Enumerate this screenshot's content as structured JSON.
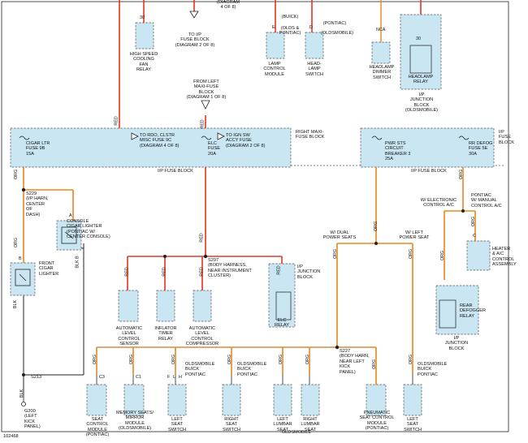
{
  "colors": {
    "red": "#e8321e",
    "orange": "#e8871e",
    "box_fill": "#c9e6f2",
    "wire": "#222222"
  },
  "figure_id": "102468",
  "top_texts": {
    "diagram4": "(DIAGRAM\n4 OF 8)",
    "to_ip_fuse": "TO I/P\nFUSE BLOCK\n(DIAGRAM 2 OF 8)",
    "buick": "(BUICK)",
    "olds_pontiac": "(OLDS &\nPONTIAC)",
    "pontiac": "(PONTIAC)",
    "oldsmobile": "(OLDSMOBILE)"
  },
  "components": {
    "cooling_fan_relay": "HIGH SPEED\nCOOLING\nFAN\nRELAY",
    "lamp_control": "LAMP\nCONTROL\nMODULE",
    "headlamp_switch": "HEAD-\nLAMP\nSWITCH",
    "headlamp_dimmer": "HEADLAMP\nDIMMER\nSWITCH",
    "headlamp_relay": "HEADLAMP\nRELAY",
    "ip_junction_olds": "I/P\nJUNCTION\nBLOCK\n(OLDSMOBILE)",
    "from_left_maxi": "FROM LEFT\nMAXI-FUSE\nBLOCK\n(DIAGRAM 1 OF 8)",
    "cigar_fuse": "CIGAR LTR\nFUSE 9B\n15A",
    "to_rdo": "TO RDO, CLSTR\nMISC FUSE 9C\n(DIAGRAM 4 OF 8)",
    "elc_fuse": "ELC\nFUSE\n20A",
    "to_ign": "TO IGN SW\nACCY FUSE\n(DIAGRAM 2 OF 8)",
    "right_maxi": "RIGHT MAXI-\nFUSE BLOCK",
    "ip_fuse_block": "I/P FUSE BLOCK",
    "pwr_sts": "PWR STS\nCIRCUIT\nBREAKER 3\n25A",
    "rr_defog": "RR DEFOG\nFUSE 5E\n30A",
    "ip_fuse_block_right": "I/P\nFUSE\nBLOCK",
    "ip_fuse_block_bottom": "I/P FUSE BLOCK",
    "s229": "S229\n(I/P HARN,\nCENTER\nOF\nDASH)",
    "console_lighter": "CONSOLE\nCIGAR LIGHTER\n(PONTIAC W/\nCENTER CONSOLE)",
    "front_lighter": "FRONT\nCIGAR\nLIGHTER",
    "s297": "S297\n(BODY HARNESS,\nNEAR INSTRUMENT\nCLUSTER)",
    "ip_junction_block": "I/P\nJUNCTION\nBLOCK",
    "elc_relay": "ELC\nRELAY",
    "auto_level_sensor": "AUTOMATIC\nLEVEL\nCONTROL\nSENSOR",
    "inflator_relay": "INFLATOR\nTIMER\nRELAY",
    "auto_level_comp": "AUTOMATIC\nLEVEL\nCONTROL\nCOMPRESSOR",
    "w_dual": "W/ DUAL\nPOWER SEATS",
    "w_left": "W/ LEFT\nPOWER SEAT",
    "w_electronic": "W/ ELECTRONIC\nCONTROL A/C",
    "pontiac_manual": "PONTIAC\nW/ MANUAL\nCONTROL A/C",
    "heater_ac": "HEATER\n& A/C\nCONTROL\nASSEMBLY",
    "rear_defogger": "REAR\nDEFOGGER\nRELAY",
    "ip_junction_block2": "I/P\nJUNCTION\nBLOCK",
    "s227": "S227\n(BODY HARN,\nNEAR LEFT\nKICK\nPANEL)",
    "s213": "S213",
    "g200": "G200\n(LEFT\nKICK\nPANEL)",
    "seat_ctrl_pontiac": "SEAT\nCONTROL\nMODULE\n(PONTIAC)",
    "memory_seats": "MEMORY SEATS/\nMIRROR\nMODULE\n(OLDSMOBILE)",
    "left_seat_switch": "LEFT\nSEAT\nSWITCH",
    "right_seat_switch": "RIGHT\nSEAT\nSWITCH",
    "left_lumbar": "LEFT\nLUMBAR\nSEAT",
    "right_lumbar": "RIGHT\nLUMBAR\nSEAT",
    "pneumatic": "PNEUMATIC\nSEAT CONTROL\nMODULE\n(PONTIAC)",
    "left_seat_switch2": "LEFT\nSEAT\nSWITCH",
    "oldsmobile_bottom": "OLDSMOBILE"
  },
  "make_notes": {
    "a": "OLDSMOBILE\nBUICK\nPONTIAC",
    "b": "OLDSMOBILE\nBUICK\nPONTIAC",
    "c": "OLDSMOBILE\nBUICK\nPONTIAC"
  },
  "wire_labels": {
    "red": "RED",
    "org": "ORG",
    "blk": "BLK",
    "blk_b": "BLK B",
    "n30": "30",
    "e": "E",
    "d": "D",
    "c": "C",
    "a": "A",
    "b": "B",
    "nca": "NCA",
    "c1": "C1",
    "f": "F",
    "l": "L",
    "h": "H",
    "pin1": "1",
    "c1_2": "C1",
    "c3": "C3",
    "n30b": "30"
  }
}
